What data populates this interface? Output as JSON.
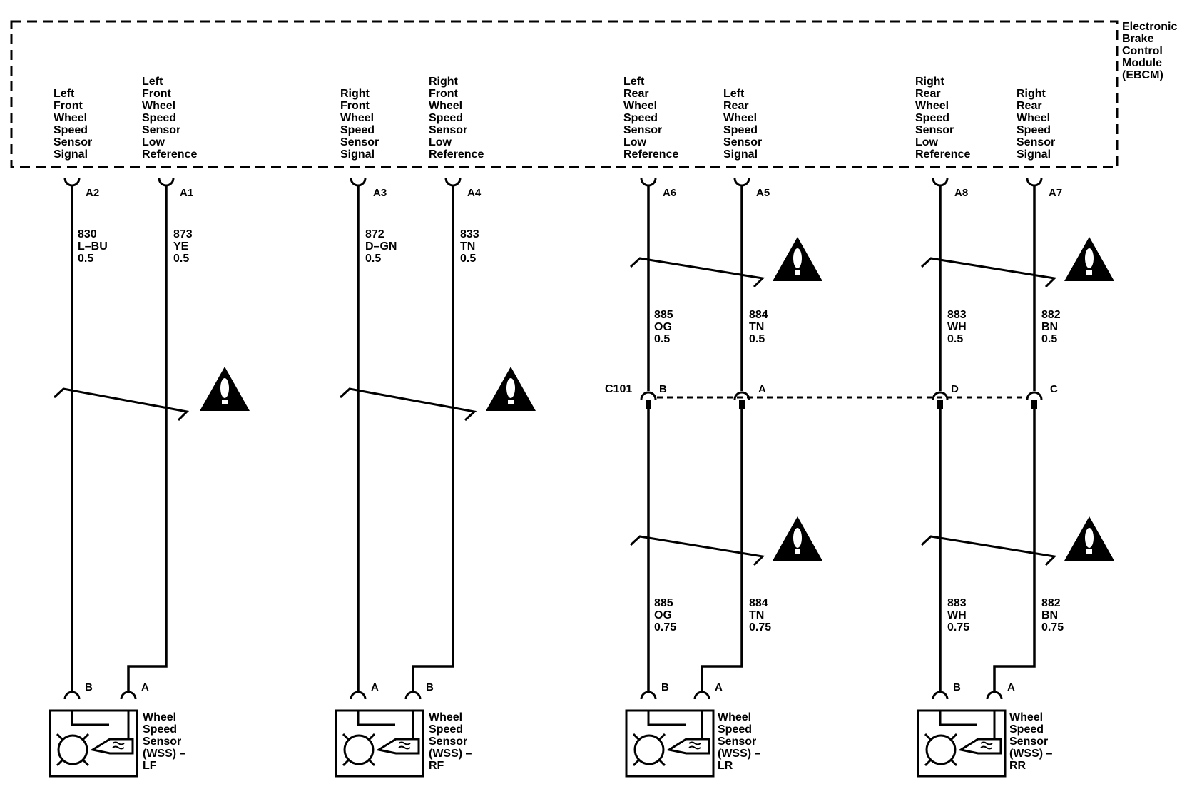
{
  "module": {
    "lines": [
      "Electronic",
      "Brake",
      "Control",
      "Module",
      "(EBCM)"
    ]
  },
  "columns": [
    {
      "id": "lf-signal",
      "label": [
        "Left",
        "Front",
        "Wheel",
        "Speed",
        "Sensor",
        "Signal"
      ],
      "pin": "A2",
      "wire_upper": [
        "830",
        "L–BU",
        "0.5"
      ]
    },
    {
      "id": "lf-lowref",
      "label": [
        "Left",
        "Front",
        "Wheel",
        "Speed",
        "Sensor",
        "Low",
        "Reference"
      ],
      "pin": "A1",
      "wire_upper": [
        "873",
        "YE",
        "0.5"
      ]
    },
    {
      "id": "rf-signal",
      "label": [
        "Right",
        "Front",
        "Wheel",
        "Speed",
        "Sensor",
        "Signal"
      ],
      "pin": "A3",
      "wire_upper": [
        "872",
        "D–GN",
        "0.5"
      ]
    },
    {
      "id": "rf-lowref",
      "label": [
        "Right",
        "Front",
        "Wheel",
        "Speed",
        "Sensor",
        "Low",
        "Reference"
      ],
      "pin": "A4",
      "wire_upper": [
        "833",
        "TN",
        "0.5"
      ]
    },
    {
      "id": "lr-lowref",
      "label": [
        "Left",
        "Rear",
        "Wheel",
        "Speed",
        "Sensor",
        "Low",
        "Reference"
      ],
      "pin": "A6",
      "wire_upper": [
        "885",
        "OG",
        "0.5"
      ],
      "c101_pin": "B",
      "wire_lower": [
        "885",
        "OG",
        "0.75"
      ]
    },
    {
      "id": "lr-signal",
      "label": [
        "Left",
        "Rear",
        "Wheel",
        "Speed",
        "Sensor",
        "Signal"
      ],
      "pin": "A5",
      "wire_upper": [
        "884",
        "TN",
        "0.5"
      ],
      "c101_pin": "A",
      "wire_lower": [
        "884",
        "TN",
        "0.75"
      ]
    },
    {
      "id": "rr-lowref",
      "label": [
        "Right",
        "Rear",
        "Wheel",
        "Speed",
        "Sensor",
        "Low",
        "Reference"
      ],
      "pin": "A8",
      "wire_upper": [
        "883",
        "WH",
        "0.5"
      ],
      "c101_pin": "D",
      "wire_lower": [
        "883",
        "WH",
        "0.75"
      ]
    },
    {
      "id": "rr-signal",
      "label": [
        "Right",
        "Rear",
        "Wheel",
        "Speed",
        "Sensor",
        "Signal"
      ],
      "pin": "A7",
      "wire_upper": [
        "882",
        "BN",
        "0.5"
      ],
      "c101_pin": "C",
      "wire_lower": [
        "882",
        "BN",
        "0.75"
      ]
    }
  ],
  "connector_c101": {
    "name": "C101"
  },
  "sensors": [
    {
      "id": "lf",
      "pins": [
        "B",
        "A"
      ],
      "label": [
        "Wheel",
        "Speed",
        "Sensor",
        "(WSS) –",
        "LF"
      ]
    },
    {
      "id": "rf",
      "pins": [
        "A",
        "B"
      ],
      "label": [
        "Wheel",
        "Speed",
        "Sensor",
        "(WSS) –",
        "RF"
      ]
    },
    {
      "id": "lr",
      "pins": [
        "B",
        "A"
      ],
      "label": [
        "Wheel",
        "Speed",
        "Sensor",
        "(WSS) –",
        "LR"
      ]
    },
    {
      "id": "rr",
      "pins": [
        "B",
        "A"
      ],
      "label": [
        "Wheel",
        "Speed",
        "Sensor",
        "(WSS) –",
        "RR"
      ]
    }
  ],
  "colors": {
    "ink": "#000000",
    "background": "#ffffff"
  },
  "icons": [
    "caution-triangle-icon",
    "connector-cavity-icon",
    "wheel-speed-sensor-icon"
  ]
}
